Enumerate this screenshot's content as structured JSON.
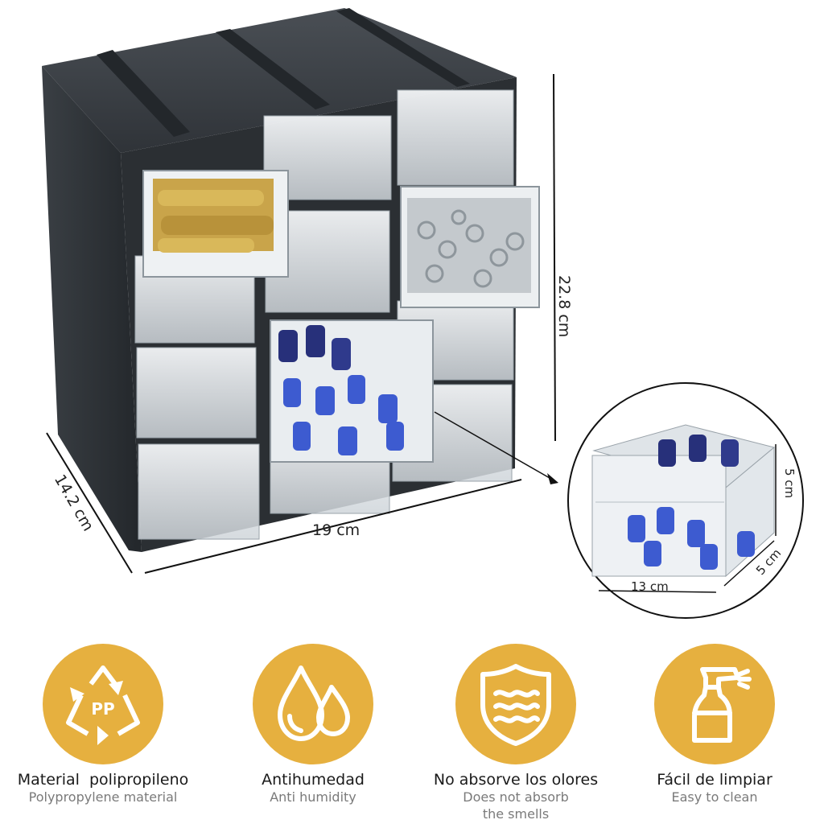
{
  "dimensions": {
    "height": "22.8 cm",
    "width": "19 cm",
    "depth": "14.2 cm",
    "drawer_width": "13 cm",
    "drawer_depth": "5 cm",
    "drawer_height": "5 cm"
  },
  "features": [
    {
      "title": "Material  polipropileno",
      "subtitle": "Polypropylene material",
      "icon": "recycle-pp-icon",
      "badge_text": "PP"
    },
    {
      "title": "Antihumedad",
      "subtitle": "Anti humidity",
      "icon": "water-drops-icon"
    },
    {
      "title": "No absorve los olores",
      "subtitle": "Does not absorb",
      "subtitle2": "the smells",
      "icon": "shield-waves-icon"
    },
    {
      "title": "Fácil de limpiar",
      "subtitle": "Easy to clean",
      "icon": "spray-bottle-icon"
    }
  ],
  "colors": {
    "badge": "#e6b03f",
    "cabinet": "#2e3236",
    "icon_line": "#ffffff"
  }
}
